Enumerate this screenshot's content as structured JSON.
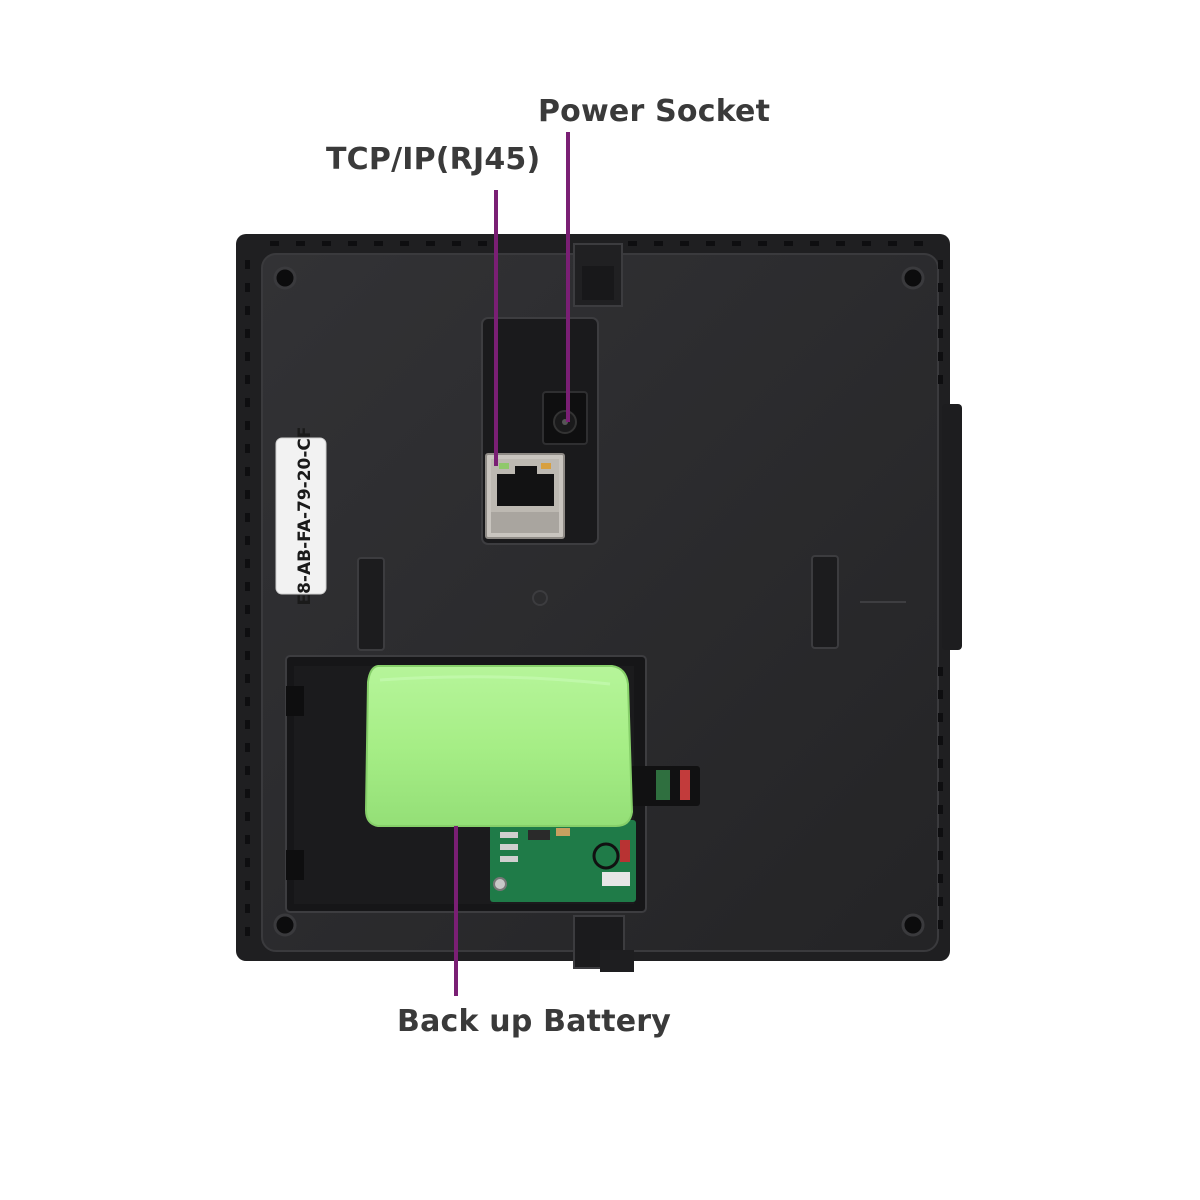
{
  "callouts": {
    "power_socket": "Power Socket",
    "tcp_ip": "TCP/IP(RJ45)",
    "backup_battery": "Back up Battery"
  },
  "device": {
    "mac_label": "E8-AB-FA-79-20-CF"
  },
  "colors": {
    "leader_line": "#7a1f74",
    "device_body": "#2a2a2c",
    "battery": "#a8f08a",
    "pcb": "#1e7a45"
  }
}
